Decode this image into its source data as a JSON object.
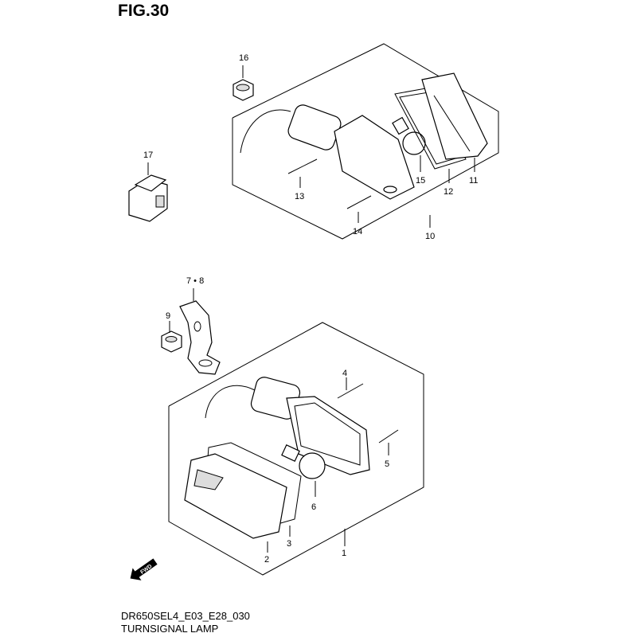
{
  "figure": {
    "title": "FIG.30",
    "model_code": "DR650SEL4_E03_E28_030",
    "name": "TURNSIGNAL LAMP"
  },
  "callouts": {
    "p16": "16",
    "p17": "17",
    "p13": "13",
    "p14": "14",
    "p15": "15",
    "p12": "12",
    "p11": "11",
    "p10": "10",
    "p78": "7 • 8",
    "p9": "9",
    "p4": "4",
    "p5": "5",
    "p6": "6",
    "p3": "3",
    "p2": "2",
    "p1": "1"
  },
  "fwd_label": "FWD"
}
